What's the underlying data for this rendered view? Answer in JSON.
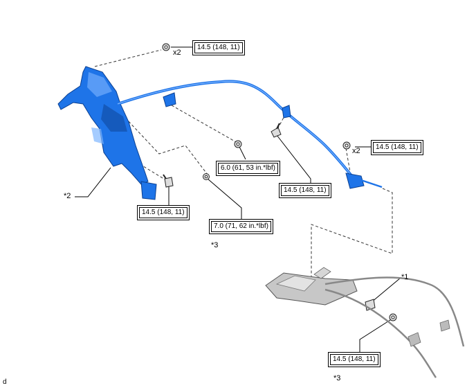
{
  "torques": {
    "t1": "14.5 (148, 11)",
    "t2": "14.5 (148, 11)",
    "t3": "6.0 (61, 53 in.*lbf)",
    "t4": "14.5 (148, 11)",
    "t5": "14.5 (148, 11)",
    "t6": "7.0 (71, 62 in.*lbf)",
    "t7": "14.5 (148, 11)"
  },
  "labels": {
    "x2_top": "x2",
    "x2_right": "x2",
    "star2": "*2",
    "star3_mid": "*3",
    "star1": "*1",
    "star3_bottom": "*3",
    "corner": "d"
  },
  "colors": {
    "part_blue": "#1e74e8",
    "part_dark": "#0b3f8f",
    "part_light": "#7fb6ff",
    "gray_part": "#c7c7c7"
  }
}
